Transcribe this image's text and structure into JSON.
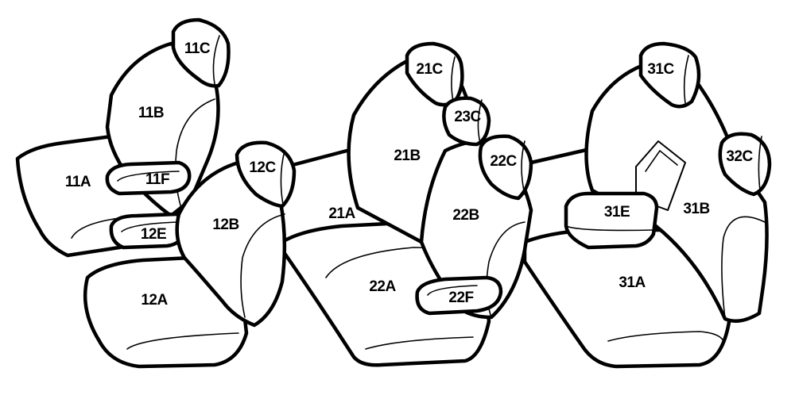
{
  "diagram": {
    "front_left_seat": {
      "cushion": "11A",
      "backrest": "11B",
      "headrest": "11C",
      "armrest": "11F"
    },
    "front_right_seat": {
      "cushion": "12A",
      "backrest": "12B",
      "headrest": "12C",
      "armrest": "12E"
    },
    "second_row": {
      "bench_cushion": "21A",
      "bench_backrest": "21B",
      "headrest_left": "21C",
      "headrest_center": "23C",
      "right_cushion": "22A",
      "right_backrest": "22B",
      "headrest_right": "22C",
      "armrest": "22F"
    },
    "third_row": {
      "cushion": "31A",
      "backrest": "31B",
      "headrest_left": "31C",
      "headrest_right": "32C",
      "armrest": "31E"
    }
  }
}
